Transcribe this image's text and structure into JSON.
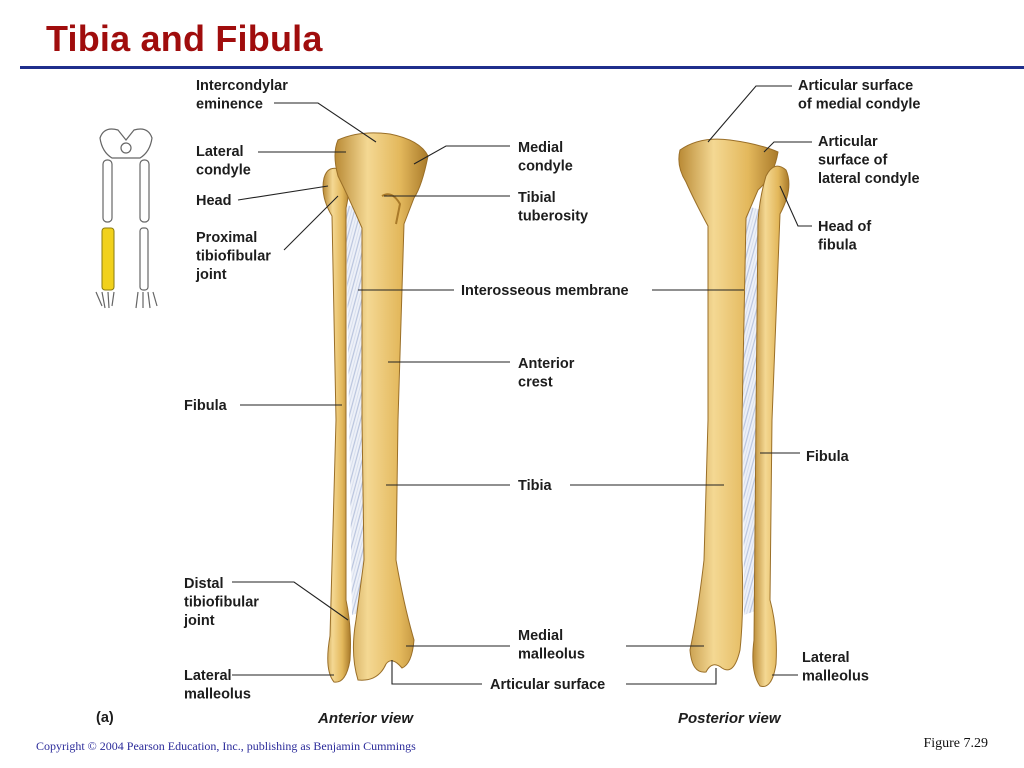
{
  "title": "Tibia and Fibula",
  "panel_label": "(a)",
  "views": {
    "anterior": "Anterior view",
    "posterior": "Posterior view"
  },
  "labels": {
    "intercondylar_eminence": [
      "Intercondylar",
      "eminence"
    ],
    "lateral_condyle": [
      "Lateral",
      "condyle"
    ],
    "head": [
      "Head"
    ],
    "proximal_tibiofibular_joint": [
      "Proximal",
      "tibiofibular",
      "joint"
    ],
    "fibula_anterior": [
      "Fibula"
    ],
    "distal_tibiofibular_joint": [
      "Distal",
      "tibiofibular",
      "joint"
    ],
    "lateral_malleolus_anterior": [
      "Lateral",
      "malleolus"
    ],
    "medial_condyle": [
      "Medial",
      "condyle"
    ],
    "tibial_tuberosity": [
      "Tibial",
      "tuberosity"
    ],
    "interosseous_membrane": [
      "Interosseous membrane"
    ],
    "anterior_crest": [
      "Anterior",
      "crest"
    ],
    "tibia": [
      "Tibia"
    ],
    "medial_malleolus": [
      "Medial",
      "malleolus"
    ],
    "articular_surface": [
      "Articular surface"
    ],
    "articular_surface_medial_condyle": [
      "Articular surface",
      "of medial condyle"
    ],
    "articular_surface_lateral_condyle": [
      "Articular",
      "surface of",
      "lateral condyle"
    ],
    "head_of_fibula": [
      "Head of",
      "fibula"
    ],
    "fibula_posterior": [
      "Fibula"
    ],
    "lateral_malleolus_posterior": [
      "Lateral",
      "malleolus"
    ]
  },
  "colors": {
    "title": "#a00d0d",
    "rule": "#1f2f8c",
    "bone": "#e3b85c",
    "bone_light": "#f4d893",
    "bone_shadow": "#b98a35",
    "membrane": "#c9d2e6",
    "highlight": "#f1d11c"
  },
  "copyright": "Copyright © 2004 Pearson Education, Inc., publishing as Benjamin Cummings",
  "figure_number": "Figure 7.29"
}
